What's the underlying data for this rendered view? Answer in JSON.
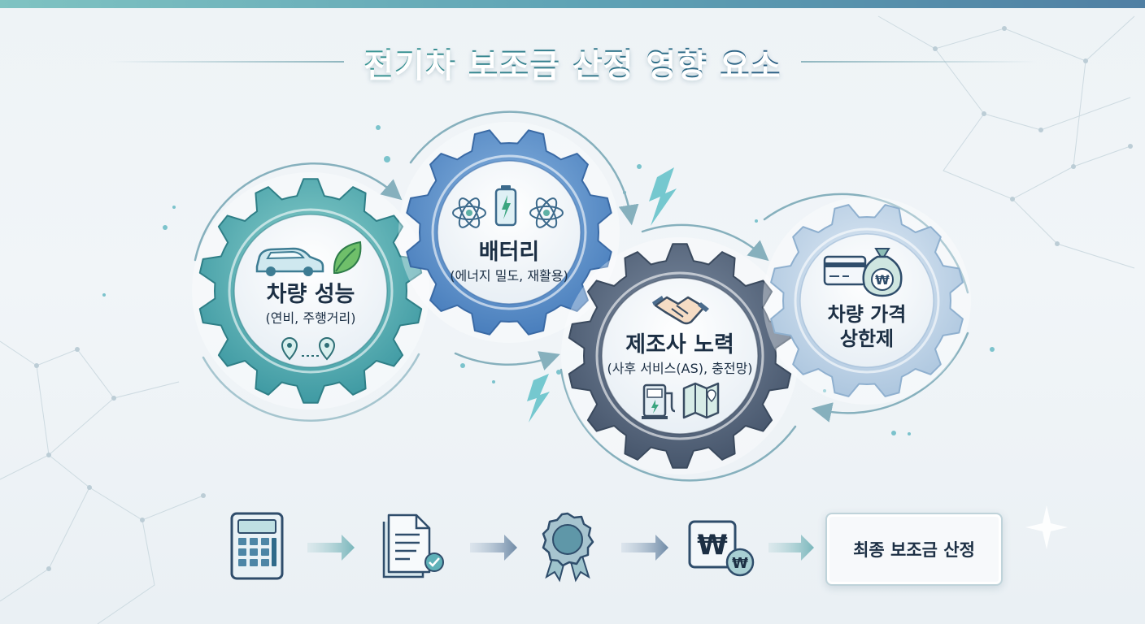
{
  "title": "전기차 보조금 산정 영향 요소",
  "gears": [
    {
      "name": "차량 성능",
      "detail": "(연비, 주행거리)"
    },
    {
      "name": "배터리",
      "detail": "(에너지 밀도, 재활용)"
    },
    {
      "name": "제조사 노력",
      "detail": "(사후 서비스(AS), 충전망)"
    },
    {
      "name": "차량 가격\n상한제",
      "line1": "차량 가격",
      "line2": "상한제"
    }
  ],
  "process": {
    "steps": [
      "calculator-icon",
      "document-check-icon",
      "certificate-badge-icon",
      "won-currency-icon"
    ],
    "final_label": "최종 보조금 산정"
  },
  "icons": {
    "gear1": [
      "car-icon",
      "leaf-icon",
      "route-pin-icon"
    ],
    "gear2": [
      "battery-icon",
      "atom-icon"
    ],
    "gear3": [
      "handshake-icon",
      "charging-station-icon",
      "map-icon"
    ],
    "gear4": [
      "credit-card-icon",
      "money-bag-icon"
    ],
    "won_symbol": "₩"
  },
  "colors": {
    "gear1": "#5bb8b6",
    "gear2": "#5d8fc8",
    "gear3": "#5a6a80",
    "gear4": "#c3d6ea",
    "arrow": "#86b0bd",
    "title": "#2a6f86"
  }
}
